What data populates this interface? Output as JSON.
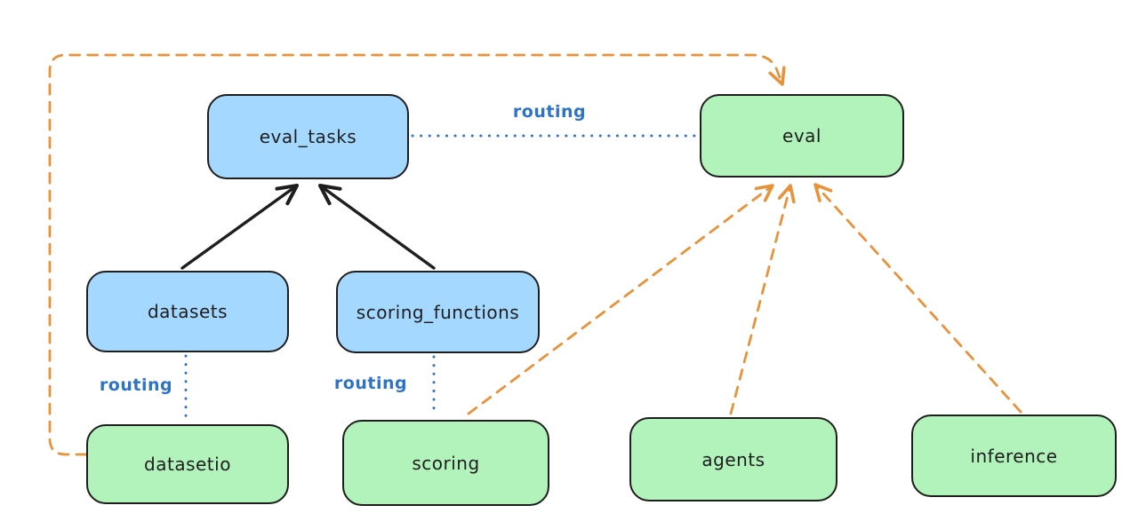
{
  "nodes": {
    "eval_tasks": {
      "label": "eval_tasks",
      "kind": "registry",
      "fill": "#a5d8ff"
    },
    "eval": {
      "label": "eval",
      "kind": "api",
      "fill": "#b2f2bb"
    },
    "datasets": {
      "label": "datasets",
      "kind": "registry",
      "fill": "#a5d8ff"
    },
    "scoring_functions": {
      "label": "scoring_functions",
      "kind": "registry",
      "fill": "#a5d8ff"
    },
    "datasetio": {
      "label": "datasetio",
      "kind": "api",
      "fill": "#b2f2bb"
    },
    "scoring": {
      "label": "scoring",
      "kind": "api",
      "fill": "#b2f2bb"
    },
    "agents": {
      "label": "agents",
      "kind": "api",
      "fill": "#b2f2bb"
    },
    "inference": {
      "label": "inference",
      "kind": "api",
      "fill": "#b2f2bb"
    }
  },
  "labels": {
    "routing": "routing"
  },
  "edges": [
    {
      "from": "datasets",
      "to": "eval_tasks",
      "style": "solid",
      "color": "#1e1e1e",
      "arrow": true,
      "label": ""
    },
    {
      "from": "scoring_functions",
      "to": "eval_tasks",
      "style": "solid",
      "color": "#1e1e1e",
      "arrow": true,
      "label": ""
    },
    {
      "from": "eval_tasks",
      "to": "eval",
      "style": "dotted",
      "color": "#2f74c4",
      "arrow": false,
      "label": "routing"
    },
    {
      "from": "datasets",
      "to": "datasetio",
      "style": "dotted",
      "color": "#2f74c4",
      "arrow": false,
      "label": "routing"
    },
    {
      "from": "scoring_functions",
      "to": "scoring",
      "style": "dotted",
      "color": "#2f74c4",
      "arrow": false,
      "label": "routing"
    },
    {
      "from": "datasetio",
      "to": "eval",
      "style": "dashed",
      "color": "#e8923a",
      "arrow": true,
      "label": ""
    },
    {
      "from": "scoring",
      "to": "eval",
      "style": "dashed",
      "color": "#e8923a",
      "arrow": true,
      "label": ""
    },
    {
      "from": "agents",
      "to": "eval",
      "style": "dashed",
      "color": "#e8923a",
      "arrow": true,
      "label": ""
    },
    {
      "from": "inference",
      "to": "eval",
      "style": "dashed",
      "color": "#e8923a",
      "arrow": true,
      "label": ""
    }
  ],
  "colors": {
    "background": "#ffffff",
    "node_border": "#1e1e1e",
    "node_blue_fill": "#a5d8ff",
    "node_green_fill": "#b2f2bb",
    "routing_blue": "#2f74c4",
    "provider_orange": "#e8923a",
    "arrow_black": "#1e1e1e"
  }
}
